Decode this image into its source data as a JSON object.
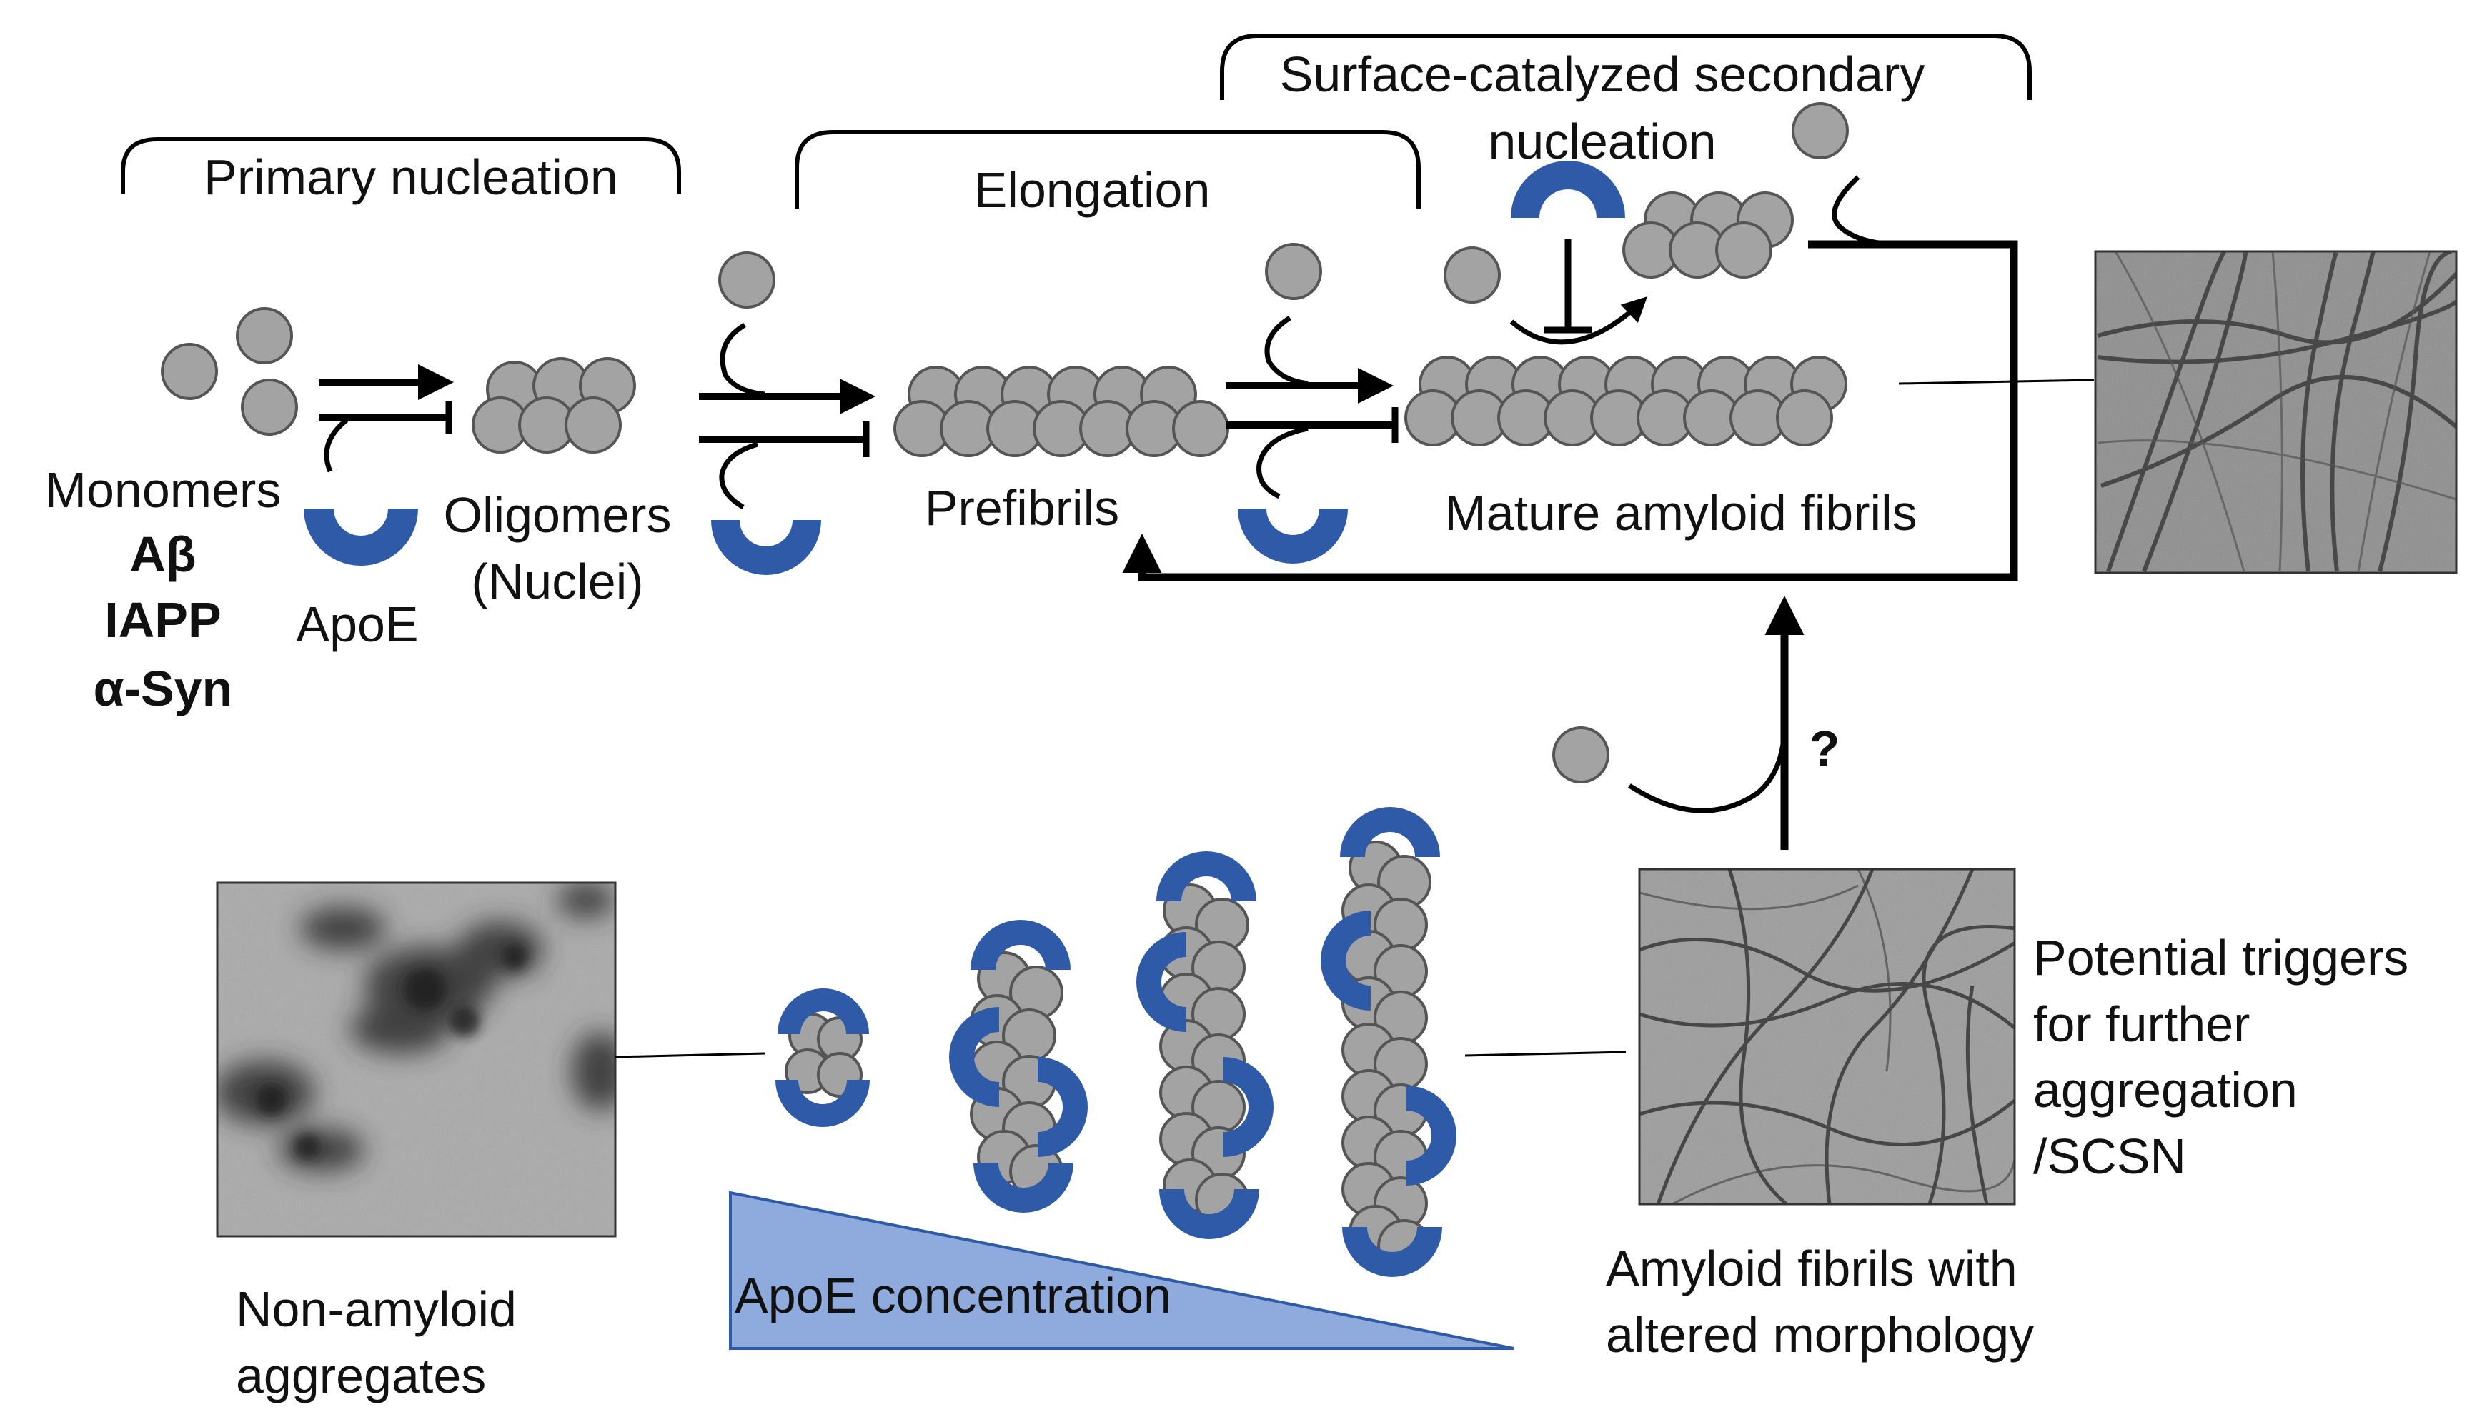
{
  "labels": {
    "primary_nucleation": "Primary nucleation",
    "elongation": "Elongation",
    "secondary_line1": "Surface-catalyzed secondary",
    "secondary_line2": "nucleation",
    "monomers": "Monomers",
    "abeta": "Aβ",
    "iapp": "IAPP",
    "asyn": "α-Syn",
    "apoe": "ApoE",
    "oligomers_line1": "Oligomers",
    "oligomers_line2": "(Nuclei)",
    "prefibrils": "Prefibrils",
    "mature": "Mature amyloid fibrils",
    "question": "?",
    "triggers_line1": "Potential triggers",
    "triggers_line2": "for further",
    "triggers_line3": "aggregation",
    "triggers_line4": "/SCSN",
    "nonamyloid_line1": "Non-amyloid",
    "nonamyloid_line2": "aggregates",
    "apoe_conc": "ApoE concentration",
    "altered_line1": "Amyloid fibrils with",
    "altered_line2": "altered morphology"
  },
  "colors": {
    "apoe_blue": "#2E5AA8",
    "monomer_fill": "#A3A3A3",
    "monomer_stroke": "#555555",
    "gradient_fill": "#8FAADC",
    "gradient_stroke": "#2E5AA8"
  },
  "images": {
    "top_right": "tem-micrograph-fibrils",
    "bottom_left": "tem-micrograph-nonamyloid",
    "bottom_right": "tem-micrograph-altered"
  }
}
